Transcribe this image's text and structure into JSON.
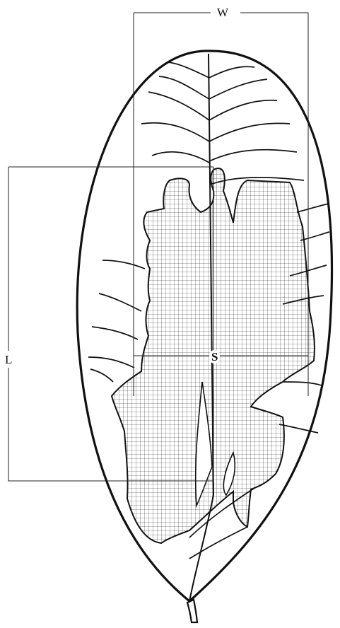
{
  "labels": {
    "width": "W",
    "length": "L",
    "centroid": "S"
  },
  "colors": {
    "outline": "#111111",
    "grid": "#222222",
    "background": "#ffffff"
  }
}
